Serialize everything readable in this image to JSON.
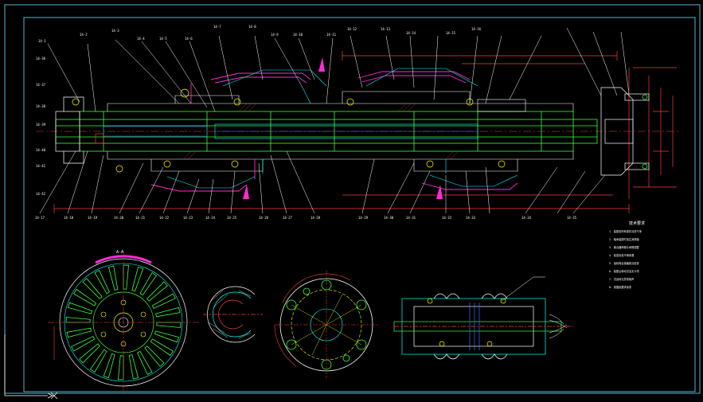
{
  "drawing": {
    "colors": {
      "background": "#000000",
      "frame": "#6fe0ff",
      "outline_green": "#3cff3c",
      "dimension_red": "#ff3b3b",
      "leader_white": "#ffffff",
      "cyan": "#00ffff",
      "magenta": "#ff2bd6",
      "yellow": "#ffff00",
      "blue": "#3a6bff"
    },
    "callouts_top": [
      "14-1",
      "14-2",
      "14-3",
      "14-4",
      "14-5",
      "14-6",
      "14-7",
      "14-8",
      "14-9",
      "14-10",
      "14-11",
      "14-12",
      "14-13",
      "14-14",
      "14-15",
      "14-16"
    ],
    "callouts_bottom": [
      "14-17",
      "14-18",
      "14-19",
      "14-20",
      "14-21",
      "14-22",
      "14-23",
      "14-24",
      "14-25",
      "14-26",
      "14-27",
      "14-28",
      "14-29",
      "14-30",
      "14-31",
      "14-32",
      "14-33",
      "14-34",
      "14-35"
    ],
    "callouts_left": [
      "14-36",
      "14-37",
      "14-38",
      "14-39",
      "14-40",
      "14-41",
      "14-42"
    ],
    "section_title": "A-A",
    "notes_title": "技术要求",
    "notes": [
      "1. 装配前所有零件清洗干净",
      "2. 轴承装配时加注润滑脂",
      "3. 离合器摩擦片间隙调整",
      "4. 各密封处不得渗漏",
      "5. 齿轮啮合接触斑点检查",
      "6. 装配后转动灵活无卡滞",
      "7. 试运转无异常噪声",
      "8. 按图纸要求涂漆"
    ]
  }
}
